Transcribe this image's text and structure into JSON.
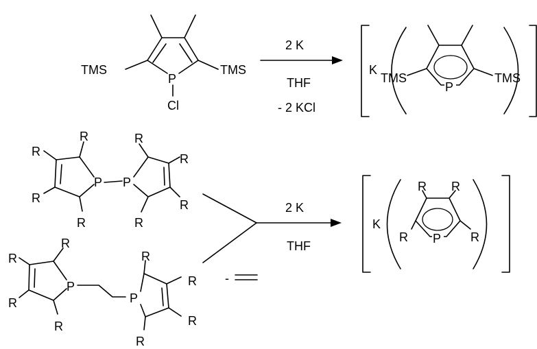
{
  "reaction1": {
    "reactant": {
      "sub_left": "TMS",
      "sub_right": "TMS",
      "heteroatom": "P",
      "halide": "Cl"
    },
    "reagent": "2 K",
    "solvent": "THF",
    "byproduct": "- 2 KCl",
    "product": {
      "cation": "K",
      "sub_left": "TMS",
      "sub_right": "TMS",
      "heteroatom": "P"
    }
  },
  "reaction2": {
    "reactant_a": {
      "r": "R",
      "p1": "P",
      "p2": "P"
    },
    "reactant_b": {
      "r": "R",
      "p1": "P",
      "p2": "P"
    },
    "reagent": "2 K",
    "solvent": "THF",
    "byproduct_prefix": "-",
    "product": {
      "cation": "K",
      "r": "R",
      "heteroatom": "P"
    }
  },
  "colors": {
    "ink": "#000000",
    "background": "#ffffff"
  }
}
